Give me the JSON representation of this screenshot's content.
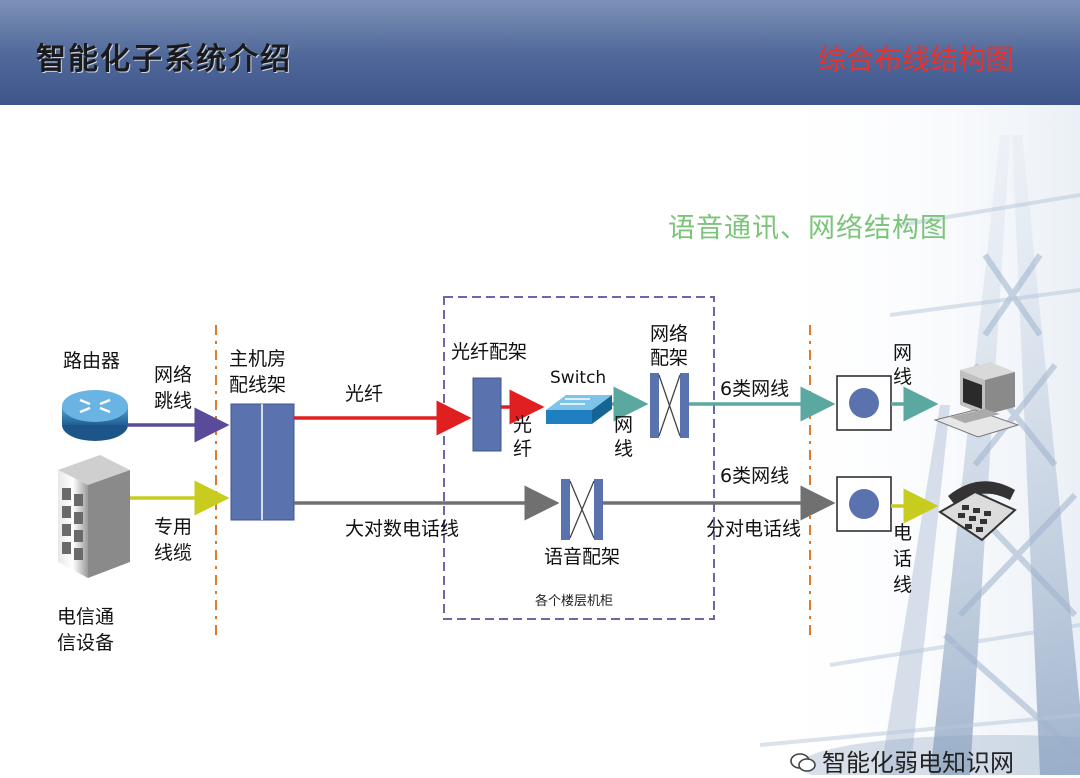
{
  "header": {
    "title": "智能化子系统介绍",
    "subtitle": "综合布线结构图"
  },
  "diagram": {
    "title": "语音通讯、网络结构图",
    "devices": {
      "router": "路由器",
      "telecom_line1": "电信通",
      "telecom_line2": "信设备",
      "main_rack_line1": "主机房",
      "main_rack_line2": "配线架",
      "fiber_rack": "光纤配架",
      "switch": "Switch",
      "network_rack_line1": "网络",
      "network_rack_line2": "配架",
      "voice_rack": "语音配架",
      "floor_cabinet": "各个楼层机柜"
    },
    "links": {
      "patch_line1": "网络",
      "patch_line2": "跳线",
      "dedicated_line1": "专用",
      "dedicated_line2": "线缆",
      "fiber": "光纤",
      "fiber_v1": "光",
      "fiber_v2": "纤",
      "net_v1": "网",
      "net_v2": "线",
      "cat6_top": "6类网线",
      "cat6_bottom": "6类网线",
      "trunk_phone": "大对数电话线",
      "branch_phone": "分对电话线",
      "pc_v1": "网",
      "pc_v2": "线",
      "phone_v1": "电",
      "phone_v2": "话",
      "phone_v3": "线"
    },
    "colors": {
      "purple": "#5a4a9a",
      "yellow": "#c8cc1e",
      "red": "#e02020",
      "gray": "#707070",
      "teal": "#5aa8a0",
      "rack": "#5a72ad",
      "dashed_orange": "#e07a2a",
      "cabinet_border": "#6a68a8"
    }
  },
  "watermark": "智能化弱电知识网"
}
